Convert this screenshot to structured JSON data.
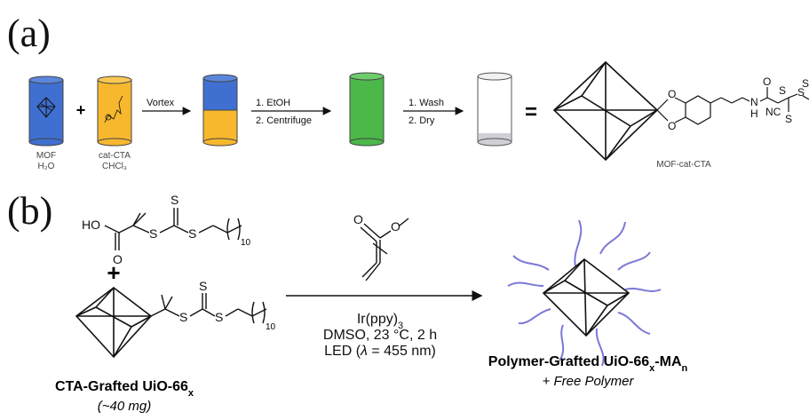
{
  "panels": {
    "a": "(a)",
    "b": "(b)"
  },
  "panel_a": {
    "mof_label": "MOF",
    "mof_solvent": "H₂O",
    "plus": "+",
    "cta_label": "cat-CTA",
    "cta_solvent": "CHCl₃",
    "step1": "Vortex",
    "step2_line1": "1. EtOH",
    "step2_line2": "2. Centrifuge",
    "step3_line1": "1. Wash",
    "step3_line2": "2. Dry",
    "equals": "=",
    "product_label": "MOF-cat-CTA",
    "atoms": {
      "o1": "O",
      "o2": "O",
      "o3": "O",
      "nh": "N",
      "h": "H",
      "s1": "S",
      "s2": "S",
      "s3": "S",
      "s4": "S",
      "nc": "NC"
    }
  },
  "panel_b": {
    "ho": "HO",
    "o_acid": "O",
    "s_top": "S",
    "s_mid1": "S",
    "s_mid2": "S",
    "sub_10a": "10",
    "plus": "+",
    "s_top2": "S",
    "s_b1": "S",
    "s_b2": "S",
    "sub_10b": "10",
    "o_ester1": "O",
    "o_ester2": "O",
    "catalyst": "Ir(ppy)",
    "catalyst_sub": "3",
    "conditions": "DMSO, 23 °C, 2 h",
    "led_prefix": "LED (",
    "led_lambda": "λ",
    "led_suffix": " = 455 nm)",
    "left_title": "CTA-Grafted UiO-66",
    "left_title_sub": "x",
    "left_mass": "(~40 mg)",
    "right_title_main": "Polymer-Grafted UiO-66",
    "right_title_sub1": "x",
    "right_title_mid": "-MA",
    "right_title_sub2": "n",
    "right_sub": "+ Free Polymer"
  },
  "colors": {
    "mof_blue": "#3f6fd0",
    "cta_yellow": "#f7b82e",
    "mixture_green": "#4cb84a",
    "polymer_purple": "#7a78d6",
    "outline": "#555555"
  }
}
